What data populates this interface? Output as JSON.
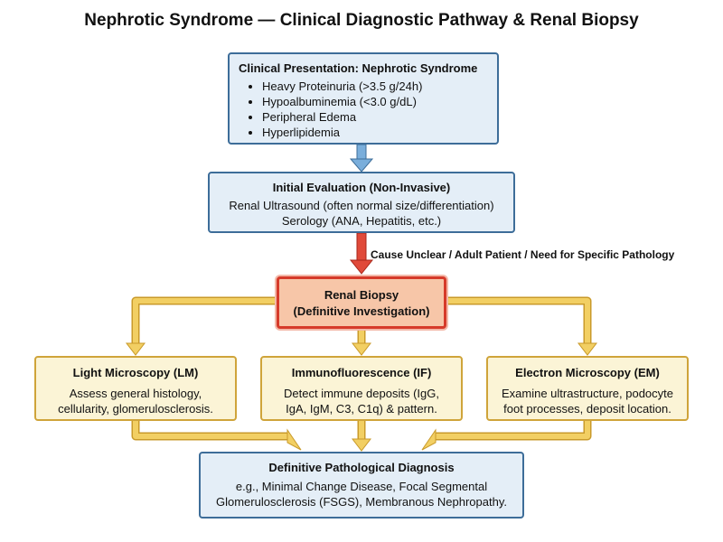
{
  "title": "Nephrotic Syndrome — Clinical Diagnostic Pathway & Renal Biopsy",
  "colors": {
    "blue_border": "#3d6d99",
    "blue_fill": "#e4eef7",
    "blue_arrow": "#7aaedb",
    "red_border": "#d63a2a",
    "orange_fill": "#f7c6a8",
    "yellow_border": "#cfa43a",
    "yellow_fill": "#fbf4d6",
    "yellow_arrow": "#f2cf63"
  },
  "nodes": {
    "presentation": {
      "heading": "Clinical Presentation: Nephrotic Syndrome",
      "bullets": [
        "Heavy Proteinuria (>3.5 g/24h)",
        "Hypoalbuminemia (<3.0 g/dL)",
        "Peripheral Edema",
        "Hyperlipidemia"
      ]
    },
    "evaluation": {
      "heading": "Initial Evaluation (Non-Invasive)",
      "lines": [
        "Renal Ultrasound (often normal size/differentiation)",
        "Serology (ANA, Hepatitis, etc.)"
      ]
    },
    "biopsy": {
      "lines": [
        "Renal Biopsy",
        "(Definitive Investigation)"
      ]
    },
    "light_microscopy": {
      "heading": "Light Microscopy (LM)",
      "lines": [
        "Assess general histology,",
        "cellularity, glomerulosclerosis."
      ]
    },
    "immunofluorescence": {
      "heading": "Immunofluorescence (IF)",
      "lines": [
        "Detect immune deposits (IgG,",
        "IgA, IgM, C3, C1q) & pattern."
      ]
    },
    "electron_microscopy": {
      "heading": "Electron Microscopy (EM)",
      "lines": [
        "Examine ultrastructure, podocyte",
        "foot processes, deposit location."
      ]
    },
    "diagnosis": {
      "heading": "Definitive Pathological Diagnosis",
      "lines": [
        "e.g., Minimal Change Disease, Focal Segmental",
        "Glomerulosclerosis (FSGS), Membranous Nephropathy."
      ]
    }
  },
  "edges": {
    "evaluation_to_biopsy_label": "Cause Unclear / Adult Patient / Need for Specific Pathology"
  }
}
